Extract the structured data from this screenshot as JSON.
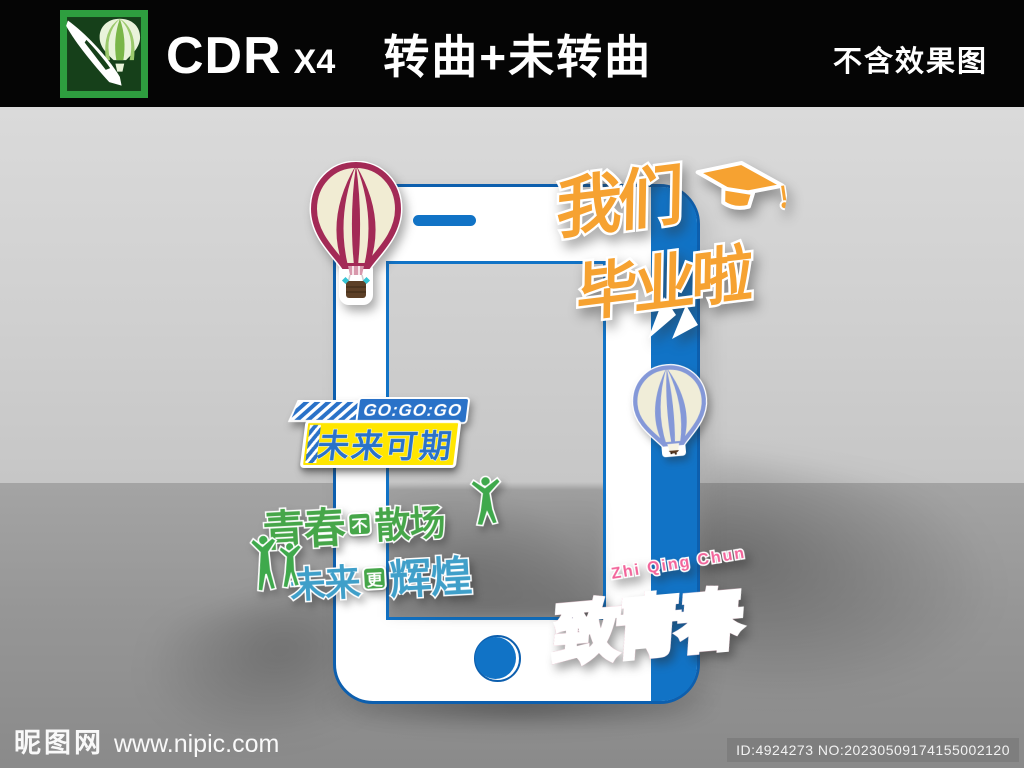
{
  "theme": {
    "topbar-bg": "#050505",
    "phone-blue": "#1173c6",
    "phone-border": "#0d5fae",
    "balloon-red": "#a32a56",
    "balloon-cream": "#f1ecd3",
    "balloon-periwinkle": "#8498d8",
    "grad-orange": "#f6a231",
    "badge-yellow": "#ffe600",
    "badge-blue": "#2a72c8",
    "youth-green": "#46a649",
    "youth-teal": "#3f9fc9",
    "zqc-pink": "#e2487d",
    "wall-gray": "#cdcdcd",
    "floor-gray": "#979797"
  },
  "header": {
    "product": "CDR",
    "version": "X4",
    "subtitle": "转曲+未转曲",
    "note": "不含效果图",
    "logo_icon": "coreldraw-balloon-pen-logo"
  },
  "poster": {
    "stickers": {
      "graduation": {
        "word1": "我们",
        "word2": "毕业啦",
        "icon": "graduation-cap"
      },
      "go_badge": {
        "top": "GO:GO:GO",
        "main": "未来可期"
      },
      "youth": {
        "l1a": "青春",
        "l1box": "不",
        "l1b": "散场",
        "l2a": "未来",
        "l2box": "更",
        "l2b": "辉煌"
      },
      "zhi_qing_chun": {
        "pinyin": "Zhi Qing Chun",
        "main": "致青春"
      }
    },
    "icons": {
      "red_balloon": "hot-air-balloon-red",
      "blue_balloon": "hot-air-balloon-blue"
    }
  },
  "footer": {
    "site": "昵图网",
    "url": "www.nipic.com",
    "meta": "ID:4924273 NO:20230509174155002120"
  }
}
